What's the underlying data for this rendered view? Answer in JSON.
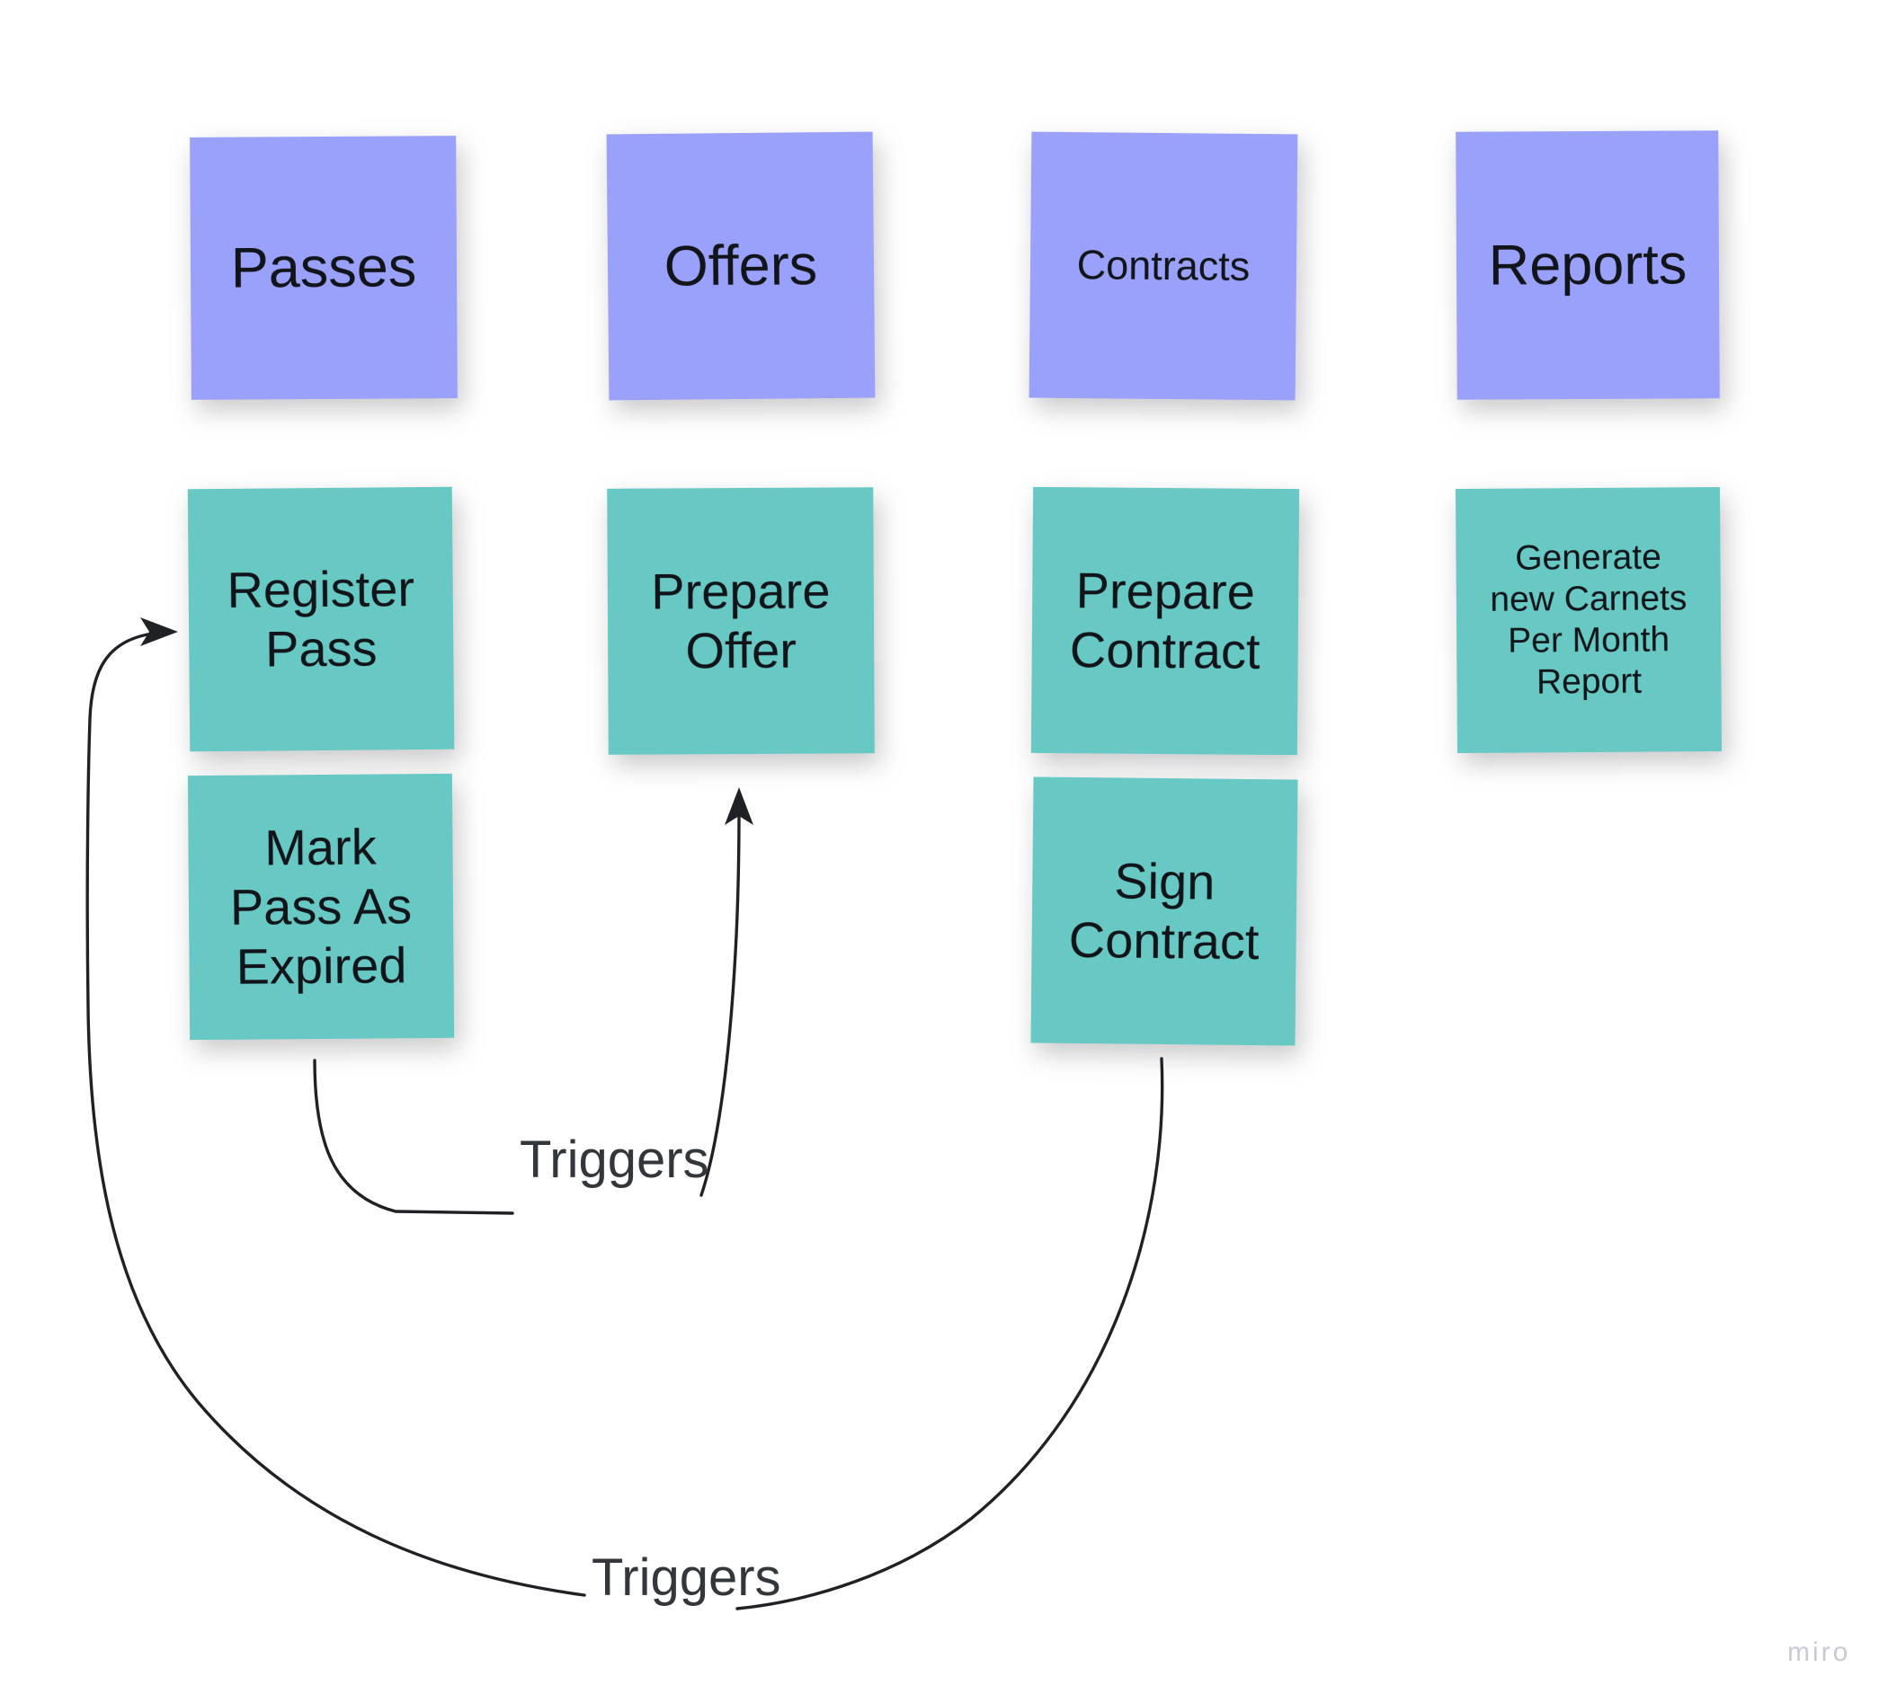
{
  "board": {
    "background_color": "#ffffff",
    "watermark": "miro"
  },
  "colors": {
    "category_note": "#9aa1fa",
    "action_note": "#67c8c4",
    "connector": "#1f2125",
    "label_text": "#33373b",
    "note_text": "#111418",
    "watermark": "#c9cad6"
  },
  "categories": [
    {
      "id": "passes",
      "label": "Passes"
    },
    {
      "id": "offers",
      "label": "Offers"
    },
    {
      "id": "contracts",
      "label": "Contracts"
    },
    {
      "id": "reports",
      "label": "Reports"
    }
  ],
  "actions": [
    {
      "id": "register-pass",
      "label": "Register\nPass",
      "category": "passes"
    },
    {
      "id": "mark-expired",
      "label": "Mark\nPass As\nExpired",
      "category": "passes"
    },
    {
      "id": "prepare-offer",
      "label": "Prepare\nOffer",
      "category": "offers"
    },
    {
      "id": "prepare-contract",
      "label": "Prepare\nContract",
      "category": "contracts"
    },
    {
      "id": "sign-contract",
      "label": "Sign\nContract",
      "category": "contracts"
    },
    {
      "id": "generate-report",
      "label": "Generate\nnew Carnets\nPer Month\nReport",
      "category": "reports"
    }
  ],
  "connectors": [
    {
      "id": "mark-expired-triggers-prepare-offer",
      "label": "Triggers",
      "from": "mark-expired",
      "to": "prepare-offer"
    },
    {
      "id": "sign-contract-triggers-register-pass",
      "label": "Triggers",
      "from": "sign-contract",
      "to": "register-pass"
    }
  ]
}
